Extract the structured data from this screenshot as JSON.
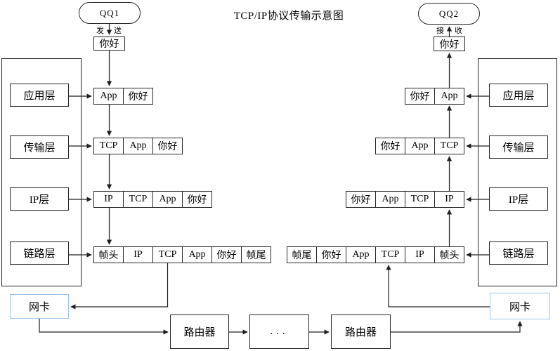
{
  "title": "TCP/IP协议传输示意图",
  "endpoints": {
    "qq1": "QQ1",
    "qq2": "QQ2",
    "send_left": "发",
    "send_right": "送",
    "recv_left": "接",
    "recv_right": "收",
    "hello_left": "你好",
    "hello_right": "你好"
  },
  "left_stack": {
    "layers": [
      "应用层",
      "传输层",
      "IP层",
      "链路层"
    ],
    "rows": [
      [
        "App",
        "你好"
      ],
      [
        "TCP",
        "App",
        "你好"
      ],
      [
        "IP",
        "TCP",
        "App",
        "你好"
      ],
      [
        "帧头",
        "IP",
        "TCP",
        "App",
        "你好",
        "帧尾"
      ]
    ]
  },
  "right_stack": {
    "layers": [
      "应用层",
      "传输层",
      "IP层",
      "链路层"
    ],
    "rows": [
      [
        "你好",
        "App"
      ],
      [
        "你好",
        "App",
        "TCP"
      ],
      [
        "你好",
        "App",
        "TCP",
        "IP"
      ],
      [
        "帧尾",
        "你好",
        "App",
        "TCP",
        "IP",
        "帧头"
      ]
    ]
  },
  "network": {
    "nic_left": "网卡",
    "nic_right": "网卡",
    "router_left": "路由器",
    "router_right": "路由器",
    "ellipsis": "..."
  },
  "colors": {
    "line": "#1f1f1f",
    "nic_border": "#9dc3e6",
    "background": "#ffffff",
    "text": "#000000"
  }
}
